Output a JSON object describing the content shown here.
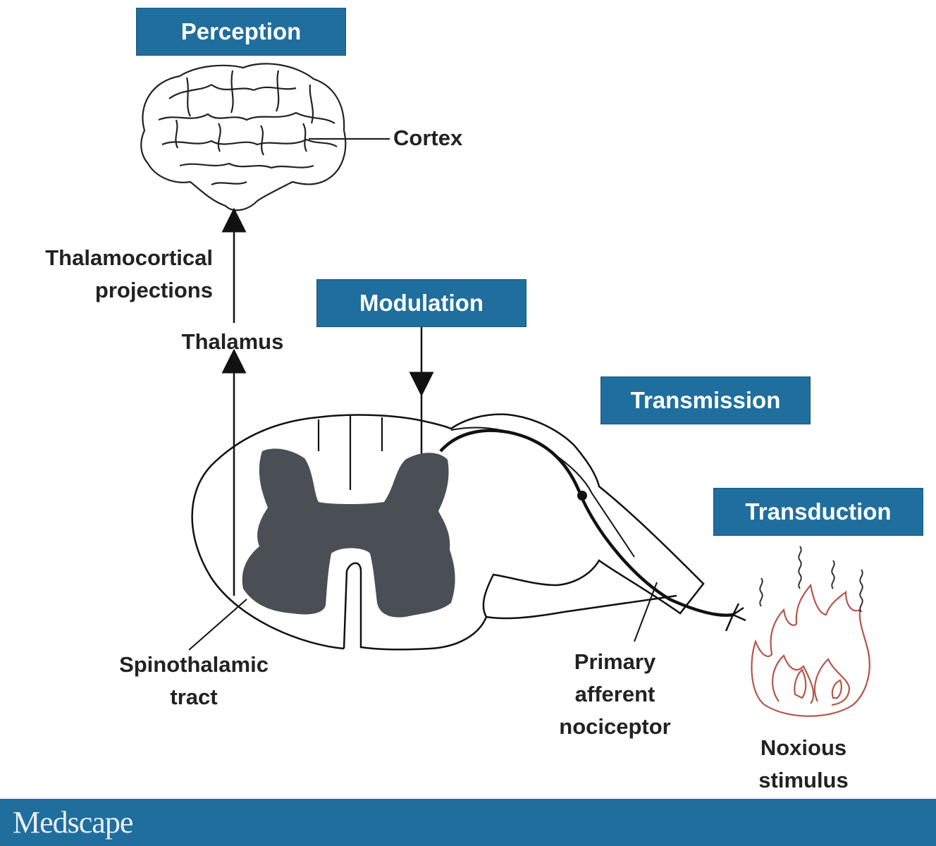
{
  "stages": {
    "perception": "Perception",
    "modulation": "Modulation",
    "transmission": "Transmission",
    "transduction": "Transduction"
  },
  "labels": {
    "cortex": "Cortex",
    "thalamocortical_line1": "Thalamocortical",
    "thalamocortical_line2": "projections",
    "thalamus": "Thalamus",
    "spinothalamic_line1": "Spinothalamic",
    "spinothalamic_line2": "tract",
    "afferent_line1": "Primary",
    "afferent_line2": "afferent",
    "afferent_line3": "nociceptor",
    "noxious_line1": "Noxious",
    "noxious_line2": "stimulus"
  },
  "footer": {
    "logo": "Medscape"
  },
  "colors": {
    "stage_box": "#1f6e9e",
    "gray_matter": "#4a4f55",
    "flame": "#b5564a",
    "footer": "#1f6e9e"
  }
}
